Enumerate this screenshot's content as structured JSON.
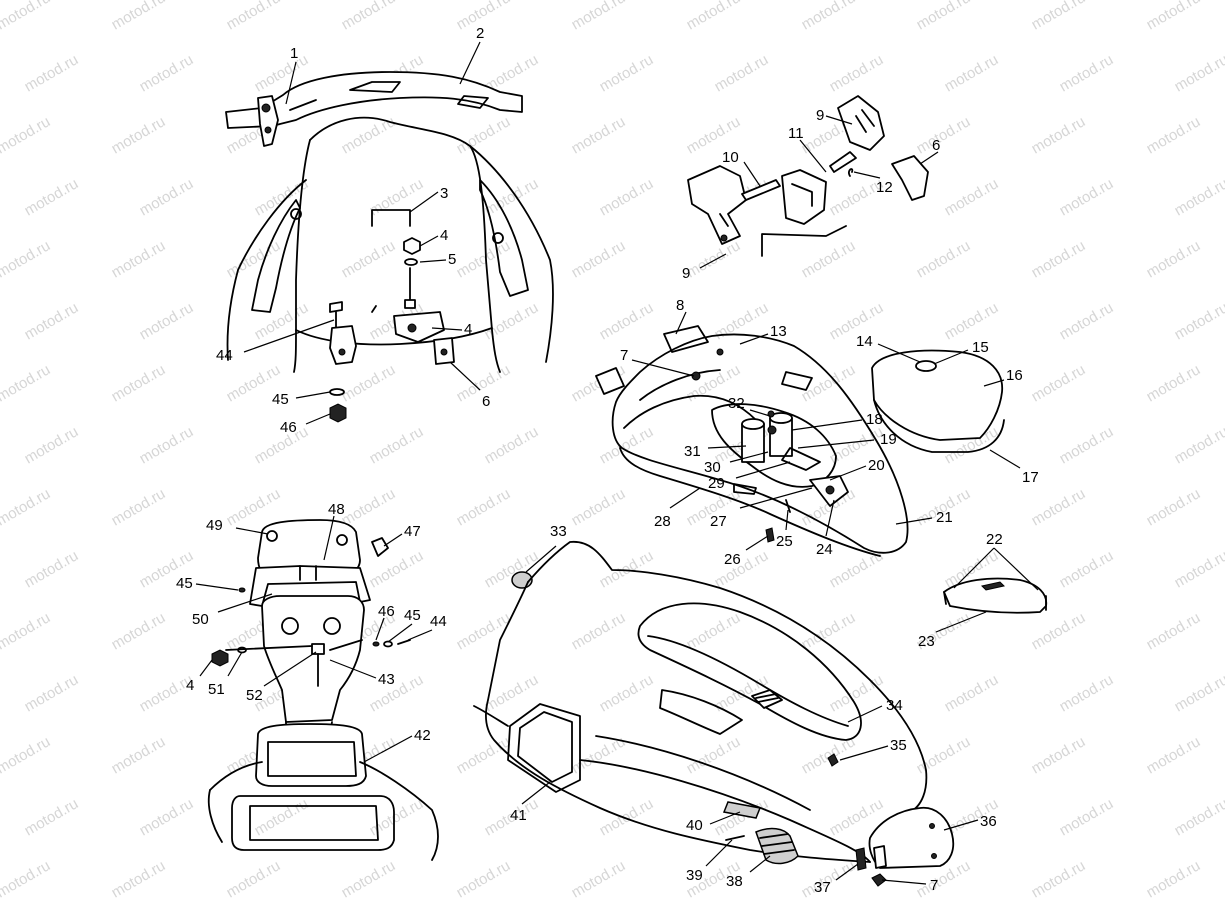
{
  "watermark": "motod.ru",
  "diagram": {
    "callouts": [
      "1",
      "2",
      "3",
      "4",
      "5",
      "4",
      "44",
      "45",
      "46",
      "6",
      "10",
      "11",
      "9",
      "6",
      "12",
      "9",
      "8",
      "13",
      "7",
      "14",
      "15",
      "16",
      "17",
      "32",
      "18",
      "19",
      "31",
      "30",
      "20",
      "29",
      "27",
      "28",
      "21",
      "26",
      "25",
      "24",
      "22",
      "23",
      "33",
      "49",
      "48",
      "47",
      "45",
      "50",
      "46",
      "45",
      "44",
      "4",
      "51",
      "52",
      "43",
      "42",
      "34",
      "35",
      "41",
      "40",
      "36",
      "39",
      "38",
      "37",
      "7"
    ]
  }
}
